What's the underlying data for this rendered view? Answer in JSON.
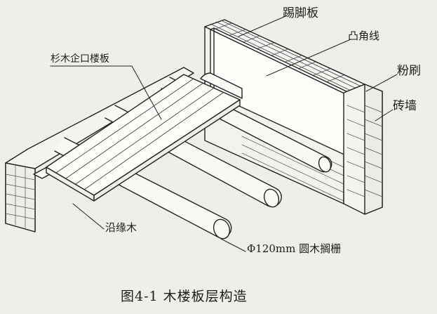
{
  "figure": {
    "caption": "图4-1   木楼板层构造",
    "labels": {
      "skirting_board": "踢脚板",
      "convex_bead": "凸角线",
      "fir_tongue_floorboard": "杉木企口楼板",
      "plaster": "粉刷",
      "brick_wall": "砖墙",
      "wall_plate": "沿缘木",
      "round_joist": "Φ120mm 圆木搁栅"
    }
  }
}
